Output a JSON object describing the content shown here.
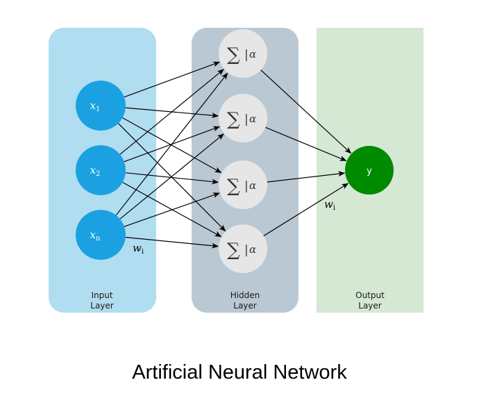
{
  "title": "Artificial Neural Network",
  "colors": {
    "input_panel": "#b1ddf0",
    "hidden_panel": "#bac8d3",
    "output_panel": "#d5e8d4",
    "input_node": "#1ba1e2",
    "hidden_node": "#e6e6e6",
    "output_node": "#008a00",
    "edge": "#000000"
  },
  "layers": {
    "input": {
      "label_line1": "Input",
      "label_line2": "Layer",
      "nodes": [
        {
          "id": "x1",
          "base": "x",
          "sub": "1"
        },
        {
          "id": "x2",
          "base": "x",
          "sub": "2"
        },
        {
          "id": "xn",
          "base": "x",
          "sub": "n"
        }
      ]
    },
    "hidden": {
      "label_line1": "Hidden",
      "label_line2": "Layer",
      "nodes": [
        {
          "id": "h1",
          "sigma": "∑",
          "bar": "|",
          "activation": "α"
        },
        {
          "id": "h2",
          "sigma": "∑",
          "bar": "|",
          "activation": "α"
        },
        {
          "id": "h3",
          "sigma": "∑",
          "bar": "|",
          "activation": "α"
        },
        {
          "id": "h4",
          "sigma": "∑",
          "bar": "|",
          "activation": "α"
        }
      ]
    },
    "output": {
      "label_line1": "Output",
      "label_line2": "Layer",
      "nodes": [
        {
          "id": "y",
          "label": "y"
        }
      ]
    }
  },
  "weights": {
    "input_to_hidden_base": "w",
    "input_to_hidden_sub": "i",
    "hidden_to_output_base": "w",
    "hidden_to_output_sub": "i"
  },
  "connections": {
    "input_to_hidden": "fully-connected",
    "hidden_to_output": "fully-connected"
  }
}
